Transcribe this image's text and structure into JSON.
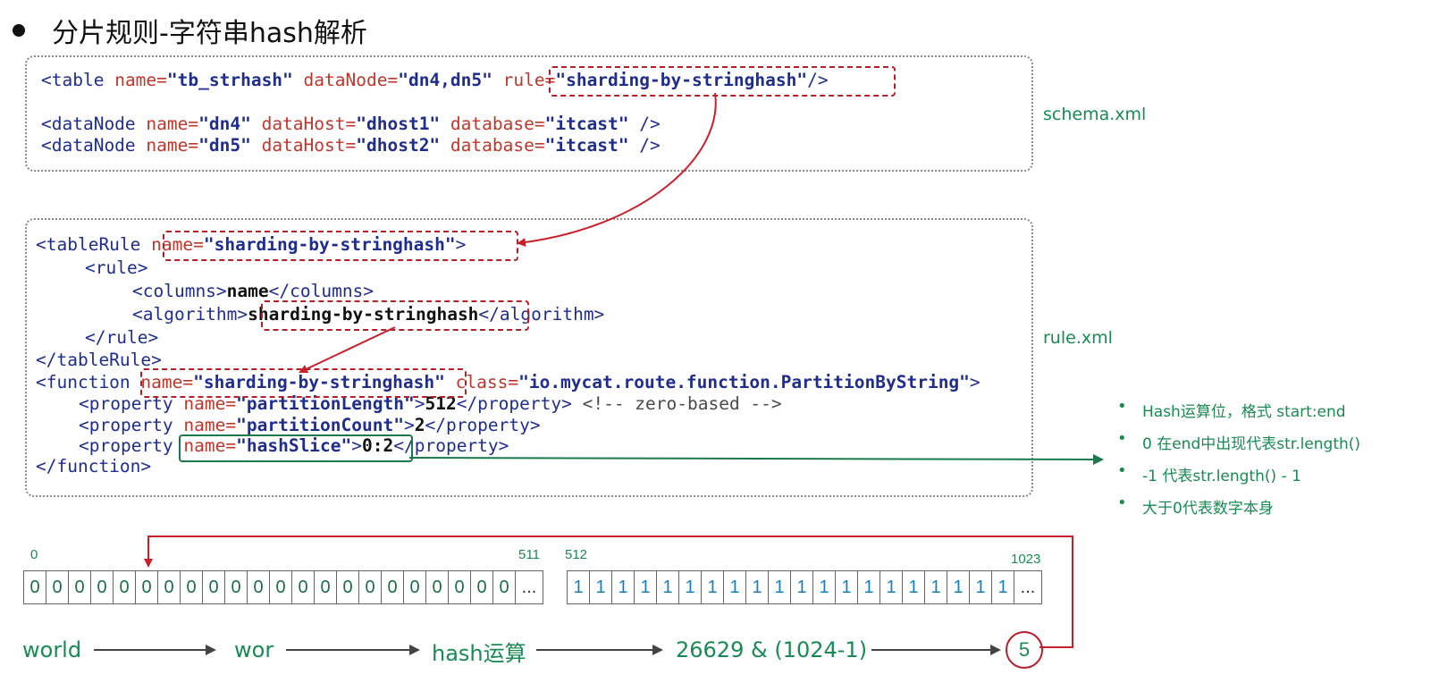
{
  "title": "分片规则-字符串hash解析",
  "schema": {
    "file_label": "schema.xml",
    "line1": {
      "open": "<table",
      "attr1": "name=",
      "val1": "\"tb_strhash\"",
      "attr2": "dataNode=",
      "val2": "\"dn4,dn5\"",
      "attr3": "rule=",
      "val3": "\"sharding-by-stringhash\"",
      "close": "/>"
    },
    "line2": {
      "open": "<dataNode",
      "a1": "name=",
      "v1": "\"dn4\"",
      "a2": "dataHost=",
      "v2": "\"dhost1\"",
      "a3": "database=",
      "v3": "\"itcast\"",
      "close": "/>"
    },
    "line3": {
      "open": "<dataNode",
      "a1": "name=",
      "v1": "\"dn5\"",
      "a2": "dataHost=",
      "v2": "\"dhost2\"",
      "a3": "database=",
      "v3": "\"itcast\"",
      "close": "/>"
    }
  },
  "rule": {
    "file_label": "rule.xml",
    "l1_open": "<tableRule",
    "l1_attr": "name=",
    "l1_val": "\"sharding-by-stringhash\"",
    "l1_close": ">",
    "l2": "<rule>",
    "l3_open": "<columns>",
    "l3_text": "name",
    "l3_close": "</columns>",
    "l4_open": "<algorithm>",
    "l4_text": "sharding-by-stringhash",
    "l4_close": "</algorithm>",
    "l5": "</rule>",
    "l6": "</tableRule>",
    "l7_open": "<function",
    "l7_attr": "name=",
    "l7_val": "\"sharding-by-stringhash\"",
    "l7_attr2": "class=",
    "l7_val2": "\"io.mycat.route.function.PartitionByString\"",
    "l7_close": ">",
    "p_open": "<property",
    "p_attr": "name=",
    "p1_val": "\"partitionLength\"",
    "p1_text": "512",
    "p_close": "</property>",
    "p1_comment": "<!-- zero-based -->",
    "p2_val": "\"partitionCount\"",
    "p2_text": "2",
    "p3_val": "\"hashSlice\"",
    "p3_text": "0:2",
    "l_end": "</function>"
  },
  "notes": [
    "Hash运算位，格式 start:end",
    "0 在end中出现代表str.length()",
    "-1 代表str.length() - 1",
    "大于0代表数字本身"
  ],
  "bits": {
    "label_start_a": "0",
    "label_end_a": "511",
    "label_start_b": "512",
    "label_end_b": "1023",
    "value_a": "0",
    "value_b": "1",
    "ellipsis": "..."
  },
  "flow": {
    "input": "world",
    "slice": "wor",
    "op": "hash运算",
    "calc": "26629 & (1024-1)",
    "result": "5"
  },
  "colors": {
    "accent_green": "#1a8a55",
    "accent_red": "#b3202a",
    "tag_blue": "#1f2d8f",
    "attr_red": "#c0362c"
  }
}
